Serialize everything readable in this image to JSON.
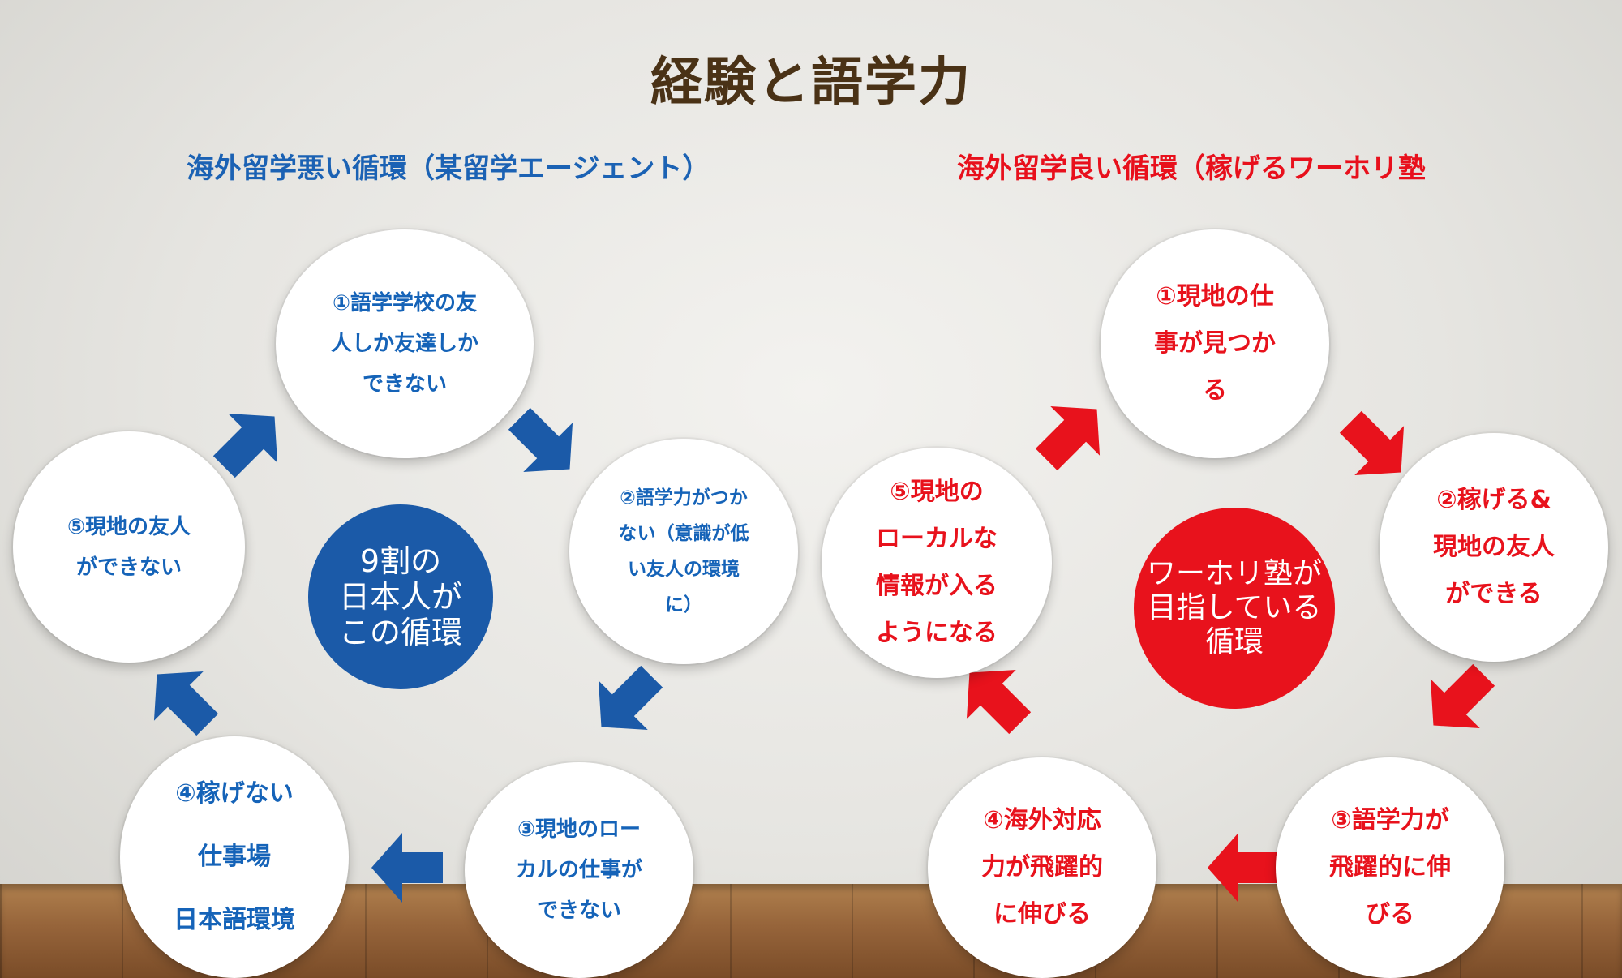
{
  "title": "経験と語学力",
  "colors": {
    "blue": "#1b62b4",
    "red": "#e8101c",
    "title": "#4a3216"
  },
  "left": {
    "heading": "海外留学悪い循環（某留学エージェント）",
    "center": "9割の\n日本人が\nこの循環",
    "steps": [
      "①語学学校の友\n人しか友達しか\nできない",
      "②語学力がつか\nない（意識が低\nい友人の環境\nに）",
      "③現地のロー\nカルの仕事が\nできない",
      "④稼げない\n仕事場\n日本語環境",
      "⑤現地の友人\nができない"
    ]
  },
  "right": {
    "heading": "海外留学良い循環（稼げるワーホリ塾",
    "center": "ワーホリ塾が\n目指している\n循環",
    "steps": [
      "①現地の仕\n事が見つか\nる",
      "②稼げる&\n現地の友人\nができる",
      "③語学力が\n飛躍的に伸\nびる",
      "④海外対応\n力が飛躍的\nに伸びる",
      "⑤現地の\nローカルな\n情報が入る\nようになる"
    ]
  }
}
